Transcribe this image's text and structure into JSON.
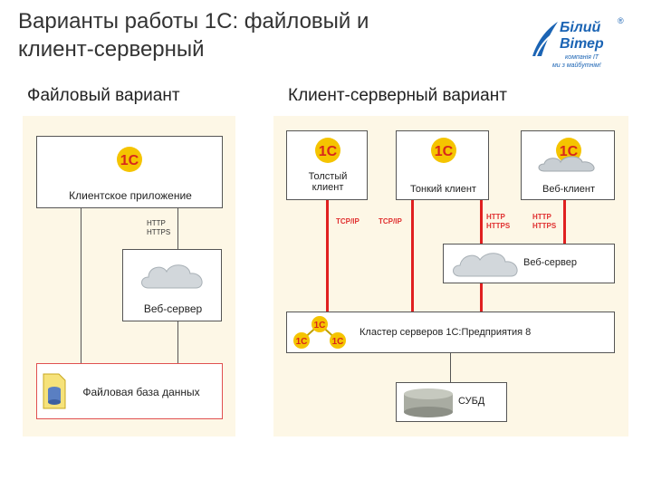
{
  "title_line1": "Варианты работы 1С: файловый и",
  "title_line2": "клиент-серверный",
  "logo": {
    "name1": "Білий",
    "name2": "Вітер",
    "tag1": "компанія IT",
    "tag2": "ми з майбутнім!",
    "reg": "®"
  },
  "file_heading": "Файловый вариант",
  "cs_heading": "Клиент-серверный вариант",
  "file": {
    "client_app": "Клиентское приложение",
    "protocol1": "HTTP",
    "protocol2": "HTTPS",
    "web_server": "Веб-сервер",
    "database": "Файловая база данных"
  },
  "cs": {
    "thick_client_1": "Толстый",
    "thick_client_2": "клиент",
    "thin_client": "Тонкий клиент",
    "web_client": "Веб-клиент",
    "tcpip_1": "TCP/IP",
    "tcpip_2": "TCP/IP",
    "http_1": "HTTP",
    "https_1": "HTTPS",
    "http_2": "HTTP",
    "https_2": "HTTPS",
    "web_server": "Веб-сервер",
    "cluster": "Кластер серверов 1С:Предприятия 8",
    "dbms": "СУБД"
  },
  "logo_text": "1С",
  "colors": {
    "accent_red": "#e02020",
    "panel": "#fdf7e6",
    "logo_yellow": "#f5c400",
    "logo_red": "#d8261c",
    "brand_blue": "#1b64b4"
  }
}
